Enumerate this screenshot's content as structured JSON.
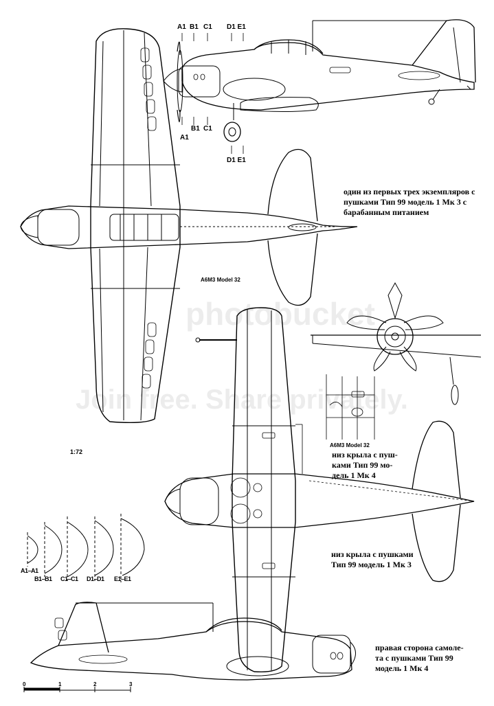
{
  "captions": {
    "first_three": "один из первых трех экземпляров с\nпушками Тип 99 модель 1 Мк 3 с\nбарабанным питанием",
    "wing_mk4": "низ крыла с пуш-\nками Тип 99 мо-\nдель 1 Мк 4",
    "wing_mk3": "низ крыла с пушками\nТип 99 модель 1 Мк 3",
    "right_side": "правая сторона самоле-\nта с пушками Тип 99\nмодель 1 Мк 4"
  },
  "model_labels": {
    "top_view": "A6M3 Model 32",
    "wing_detail": "A6M3 Model 32"
  },
  "scale": {
    "ratio": "1:72",
    "ticks": [
      "0",
      "1",
      "2",
      "3"
    ]
  },
  "stations_top": [
    "A1",
    "B1",
    "C1",
    "D1 E1"
  ],
  "stations_bottom": [
    "A1",
    "B1",
    "C1",
    "D1 E1"
  ],
  "sections": [
    "A1–A1",
    "B1–B1",
    "C1–C1",
    "D1–D1",
    "E1–E1"
  ],
  "watermark": {
    "logo": "photobucket",
    "slogan": "Join free. Share privately."
  },
  "colors": {
    "ink": "#000000",
    "paper": "#ffffff"
  }
}
